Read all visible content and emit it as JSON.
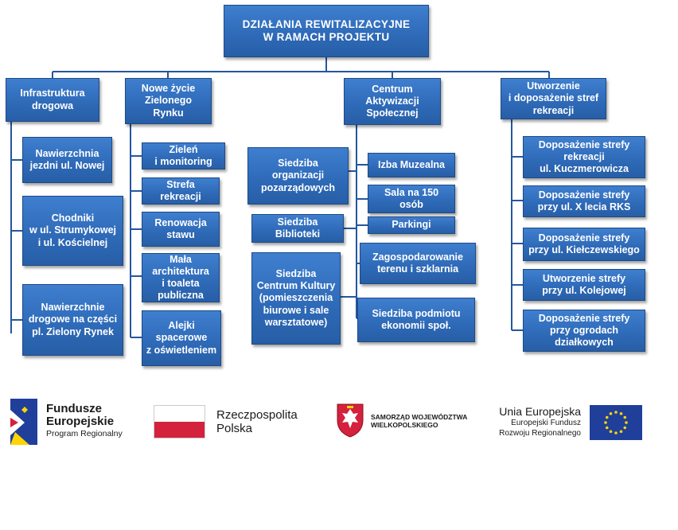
{
  "diagram": {
    "root": "DZIAŁANIA  REWITALIZACYJNE\nW RAMACH  PROJEKTU",
    "columns": [
      {
        "title": "Infrastruktura\ndrogowa",
        "items": [
          "Nawierzchnia\njezdni ul. Nowej",
          "Chodniki\nw ul. Strumykowej\ni ul. Kościelnej",
          "Nawierzchnie\ndrogowe na części\npl. Zielony Rynek"
        ]
      },
      {
        "title": "Nowe życie\nZielonego\nRynku",
        "items": [
          "Zieleń\ni monitoring",
          "Strefa\nrekreacji",
          "Renowacja\nstawu",
          "Mała\narchitektura\ni toaleta\npubliczna",
          "Alejki\nspacerowe\nz oświetleniem"
        ]
      },
      {
        "title": "Centrum\nAktywizacji\nSpołecznej",
        "left_items": [
          "Siedziba\norganizacji\npozarządowych",
          "Siedziba\nBiblioteki",
          "Siedziba\nCentrum Kultury\n(pomieszczenia\nbiurowe i sale\nwarsztatowe)"
        ],
        "right_items": [
          "Izba Muzealna",
          "Sala na 150\nosób",
          "Parkingi",
          "Zagospodarowanie\nterenu i szklarnia",
          "Siedziba podmiotu\nekonomii społ."
        ]
      },
      {
        "title": "Utworzenie\ni doposażenie stref\nrekreacji",
        "items": [
          "Doposażenie strefy\nrekreacji\nul. Kuczmerowicza",
          "Doposażenie strefy\nprzy ul. X lecia RKS",
          "Doposażenie strefy\nprzy ul. Kiełczewskiego",
          "Utworzenie strefy\nprzy ul. Kolejowej",
          "Doposażenie strefy\nprzy ogrodach\ndziałkowych"
        ]
      }
    ]
  },
  "logos": {
    "fundusze": {
      "line1": "Fundusze",
      "line2": "Europejskie",
      "line3": "Program Regionalny"
    },
    "polska": {
      "line1": "Rzeczpospolita",
      "line2": "Polska"
    },
    "samorzad": {
      "line1": "SAMORZĄD WOJEWÓDZTWA",
      "line2": "WIELKOPOLSKIEGO"
    },
    "ue": {
      "line1": "Unia Europejska",
      "line2": "Europejski Fundusz",
      "line3": "Rozwoju Regionalnego"
    }
  },
  "colors": {
    "box_fill": "#2f6bb9",
    "connector": "#24579e",
    "eu_blue": "#1f3f9a",
    "eu_star": "#ffd400",
    "poland_red": "#d4213d"
  }
}
